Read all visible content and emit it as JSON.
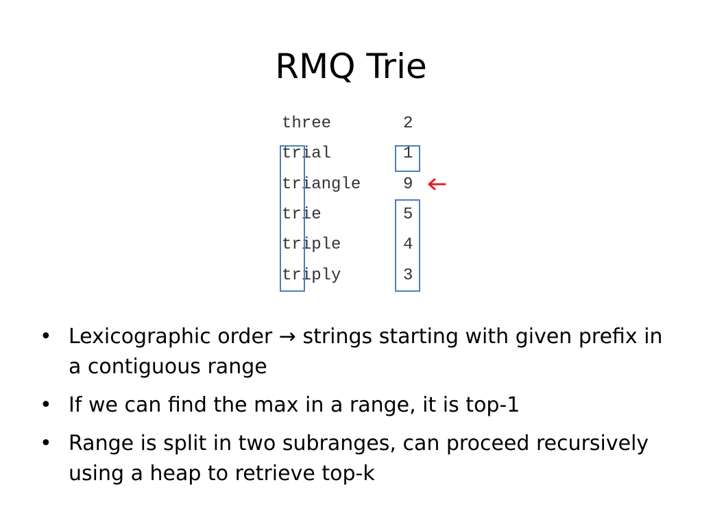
{
  "title": "RMQ Trie",
  "rows": [
    {
      "word": "three",
      "score": "2"
    },
    {
      "word": "trial",
      "score": "1"
    },
    {
      "word": "triangle",
      "score": "9"
    },
    {
      "word": "trie",
      "score": "5"
    },
    {
      "word": "triple",
      "score": "4"
    },
    {
      "word": "triply",
      "score": "3"
    }
  ],
  "arrow": "←",
  "arrow_color": "#e02020",
  "box_color": "#4a7ebb",
  "bullet_glyph": "•",
  "bullets": [
    "Lexicographic order → strings starting with given prefix in a contiguous range",
    "If we can find the max in a range, it is top-1",
    "Range is split in two subranges, can proceed recursively using a heap to retrieve top-k"
  ]
}
